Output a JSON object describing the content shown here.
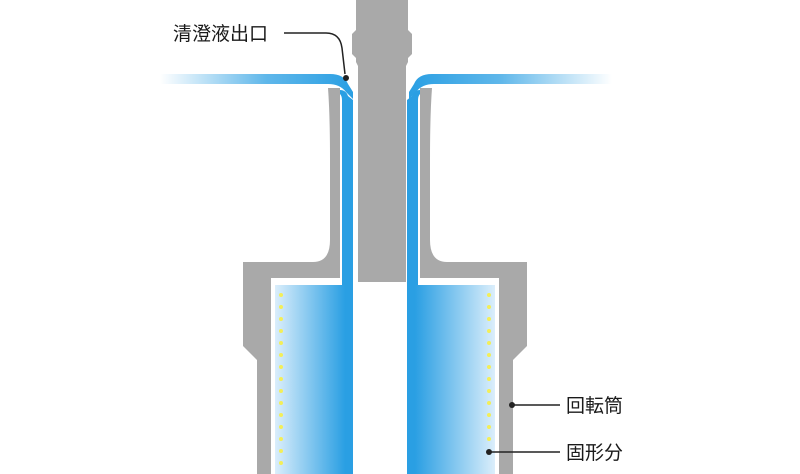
{
  "labels": {
    "clarified_liquid_outlet": "清澄液出口",
    "rotating_drum": "回転筒",
    "solids": "固形分"
  },
  "colors": {
    "housing_gray": "#a9a9a9",
    "liquid_blue_dark": "#2a9fe3",
    "liquid_blue_light": "#dbeefb",
    "solids_yellow": "#f3ee58",
    "leader_line": "#222222"
  }
}
